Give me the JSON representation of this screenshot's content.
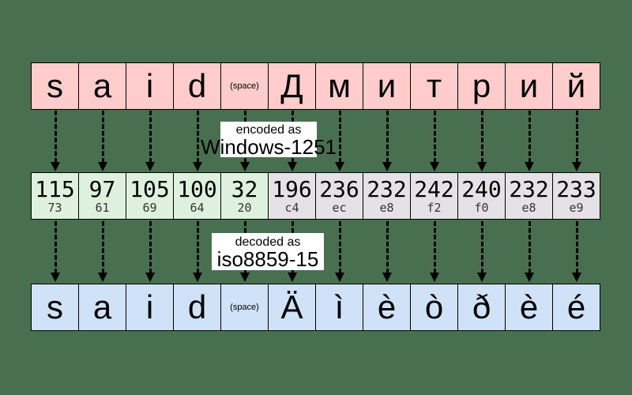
{
  "title": "Character encoding mojibake diagram",
  "colors": {
    "background": "#487050",
    "source_cell": "#ffcccc",
    "byte_ascii_cell": "#def0de",
    "byte_high_cell": "#e4e2e6",
    "decoded_cell": "#cfe2f7",
    "label_background": "#ffffff",
    "border": "#000000"
  },
  "source_row": {
    "cells": [
      "s",
      "a",
      "i",
      "d",
      "(space)",
      "Д",
      "м",
      "и",
      "т",
      "р",
      "и",
      "й"
    ]
  },
  "encoded_label": {
    "caption": "encoded as",
    "encoding": "Windows-1251"
  },
  "bytes_row": {
    "cells": [
      {
        "dec": "115",
        "hex": "73"
      },
      {
        "dec": "97",
        "hex": "61"
      },
      {
        "dec": "105",
        "hex": "69"
      },
      {
        "dec": "100",
        "hex": "64"
      },
      {
        "dec": "32",
        "hex": "20"
      },
      {
        "dec": "196",
        "hex": "c4"
      },
      {
        "dec": "236",
        "hex": "ec"
      },
      {
        "dec": "232",
        "hex": "e8"
      },
      {
        "dec": "242",
        "hex": "f2"
      },
      {
        "dec": "240",
        "hex": "f0"
      },
      {
        "dec": "232",
        "hex": "e8"
      },
      {
        "dec": "233",
        "hex": "e9"
      }
    ]
  },
  "decoded_label": {
    "caption": "decoded as",
    "encoding": "iso8859-15"
  },
  "decoded_row": {
    "cells": [
      "s",
      "a",
      "i",
      "d",
      "(space)",
      "Ä",
      "ì",
      "è",
      "ò",
      "ð",
      "è",
      "é"
    ]
  }
}
